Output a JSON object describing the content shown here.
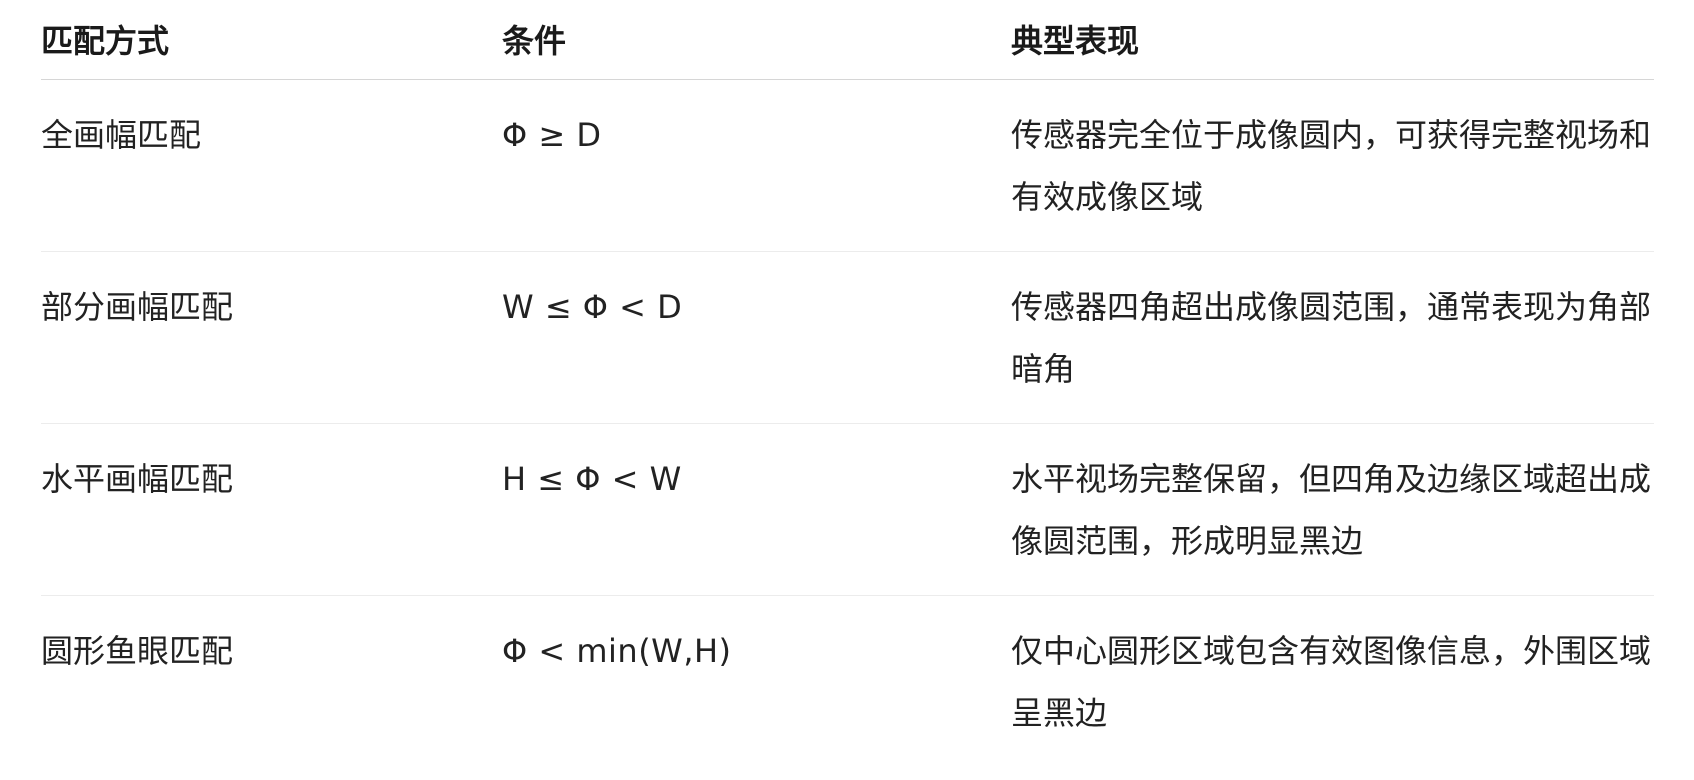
{
  "table": {
    "headers": [
      "匹配方式",
      "条件",
      "典型表现"
    ],
    "rows": [
      {
        "method": "全画幅匹配",
        "condition": "Φ ≥ D",
        "description": "传感器完全位于成像圆内，可获得完整视场和有效成像区域"
      },
      {
        "method": "部分画幅匹配",
        "condition": "W ≤ Φ < D",
        "description": "传感器四角超出成像圆范围，通常表现为角部暗角"
      },
      {
        "method": "水平画幅匹配",
        "condition": "H ≤ Φ < W",
        "description": "水平视场完整保留，但四角及边缘区域超出成像圆范围，形成明显黑边"
      },
      {
        "method": "圆形鱼眼匹配",
        "condition": "Φ < min(W,H)",
        "description": "仅中心圆形区域包含有效图像信息，外围区域呈黑边"
      }
    ]
  }
}
